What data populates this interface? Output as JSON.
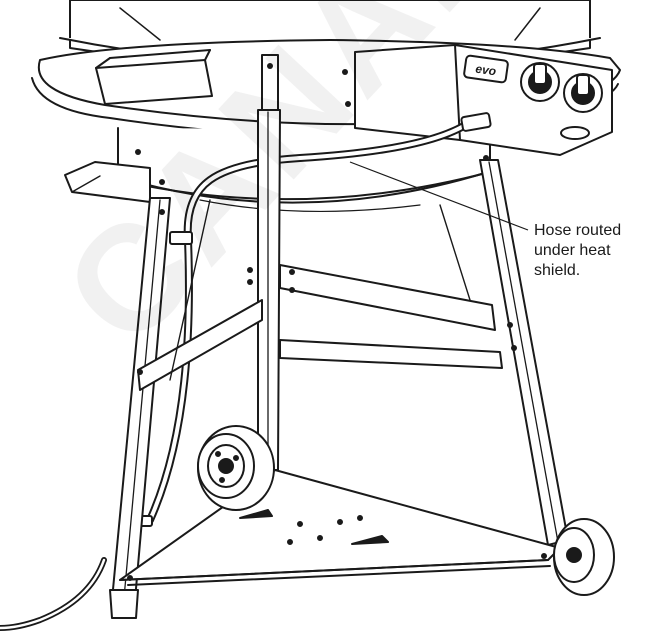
{
  "callout": {
    "lines": [
      "Hose routed",
      "under heat",
      "shield."
    ]
  },
  "watermark": "CANADA.COM",
  "badge_text": "evo",
  "colors": {
    "ink": "#1a1a1a",
    "paper": "#ffffff",
    "watermark": "#f0f0f0"
  }
}
